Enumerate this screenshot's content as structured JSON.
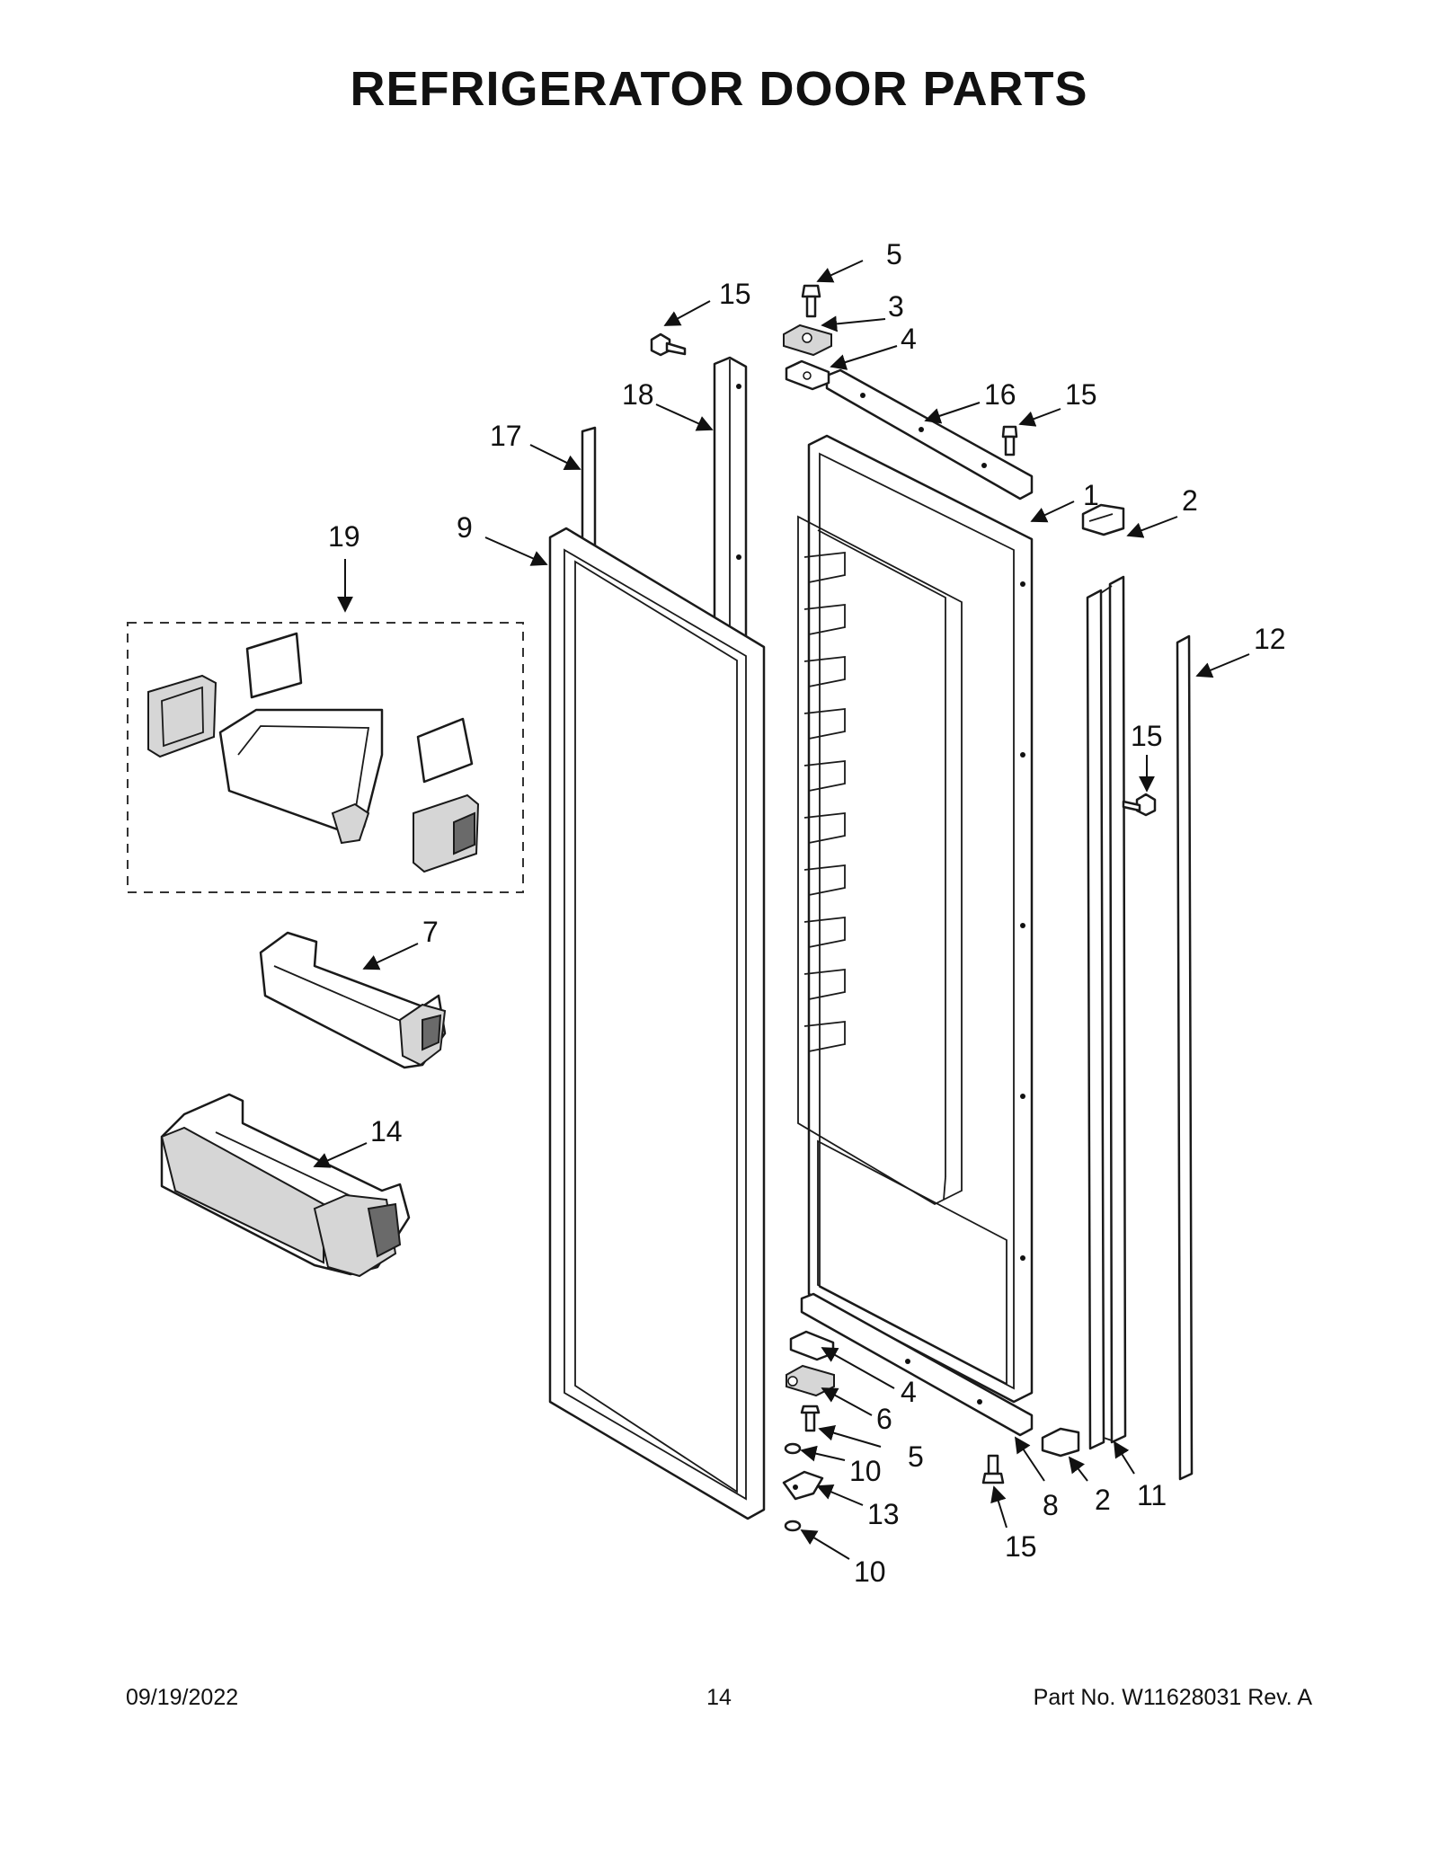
{
  "title": "REFRIGERATOR DOOR PARTS",
  "footer": {
    "date": "09/19/2022",
    "page": "14",
    "part_no": "Part No.  W11628031   Rev.  A"
  },
  "callouts": [
    "5",
    "15",
    "3",
    "4",
    "18",
    "16",
    "15",
    "17",
    "1",
    "2",
    "19",
    "9",
    "12",
    "15",
    "7",
    "14",
    "4",
    "6",
    "5",
    "10",
    "13",
    "10",
    "8",
    "2",
    "11",
    "15"
  ]
}
